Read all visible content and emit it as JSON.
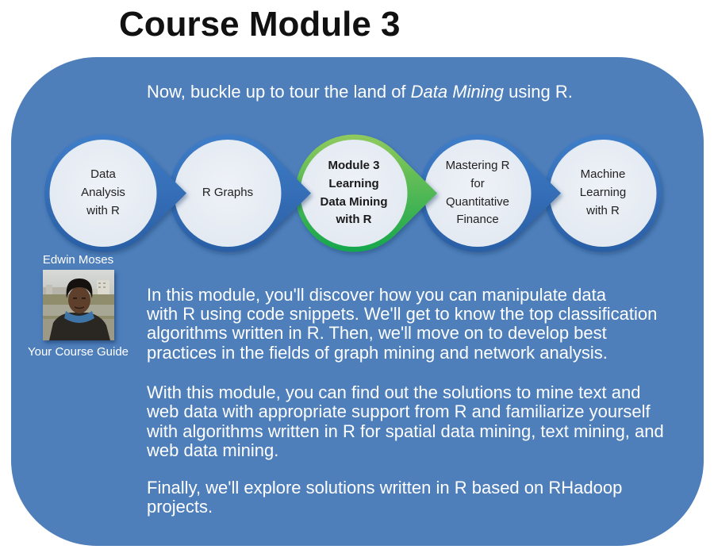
{
  "title": "Course Module 3",
  "intro": {
    "before": "Now, buckle up to tour the land of ",
    "emphasis": "Data Mining",
    "after": " using R."
  },
  "modules": [
    {
      "lines": [
        "Data",
        "Analysis",
        "with R"
      ],
      "current": false
    },
    {
      "lines": [
        "R Graphs"
      ],
      "current": false
    },
    {
      "lines": [
        "Module 3",
        "Learning",
        "Data Mining",
        "with R"
      ],
      "current": true
    },
    {
      "lines": [
        "Mastering R",
        "for",
        "Quantitative",
        "Finance"
      ],
      "current": false
    },
    {
      "lines": [
        "Machine",
        "Learning",
        "with R"
      ],
      "current": false
    }
  ],
  "guide": {
    "name": "Edwin Moses",
    "caption": "Your Course Guide"
  },
  "description": {
    "paragraphs": [
      {
        "lines": [
          "In this module, you'll discover how you can manipulate data",
          "with R using code snippets. We'll get to know the top classification",
          "algorithms written in R. Then, we'll move on to develop best",
          "practices in the fields of graph mining and network analysis."
        ]
      },
      {
        "lines": [
          "With this module, you can find out the solutions to mine text and",
          "web data with appropriate support from R and familiarize yourself",
          "with algorithms written in R for spatial data mining, text mining, and",
          "web data mining."
        ]
      },
      {
        "lines": [
          "Finally, we'll explore solutions written in R based on RHadoop",
          "projects."
        ]
      }
    ]
  },
  "colors": {
    "page_background": "#ffffff",
    "title_text": "#111111",
    "panel_background": "#4e7fbb",
    "panel_text": "#ffffff",
    "module_ring_blue": "#3a76c2",
    "module_ring_green": "#5fbb55",
    "module_fill": "#e9eef5",
    "module_text": "#222222"
  }
}
